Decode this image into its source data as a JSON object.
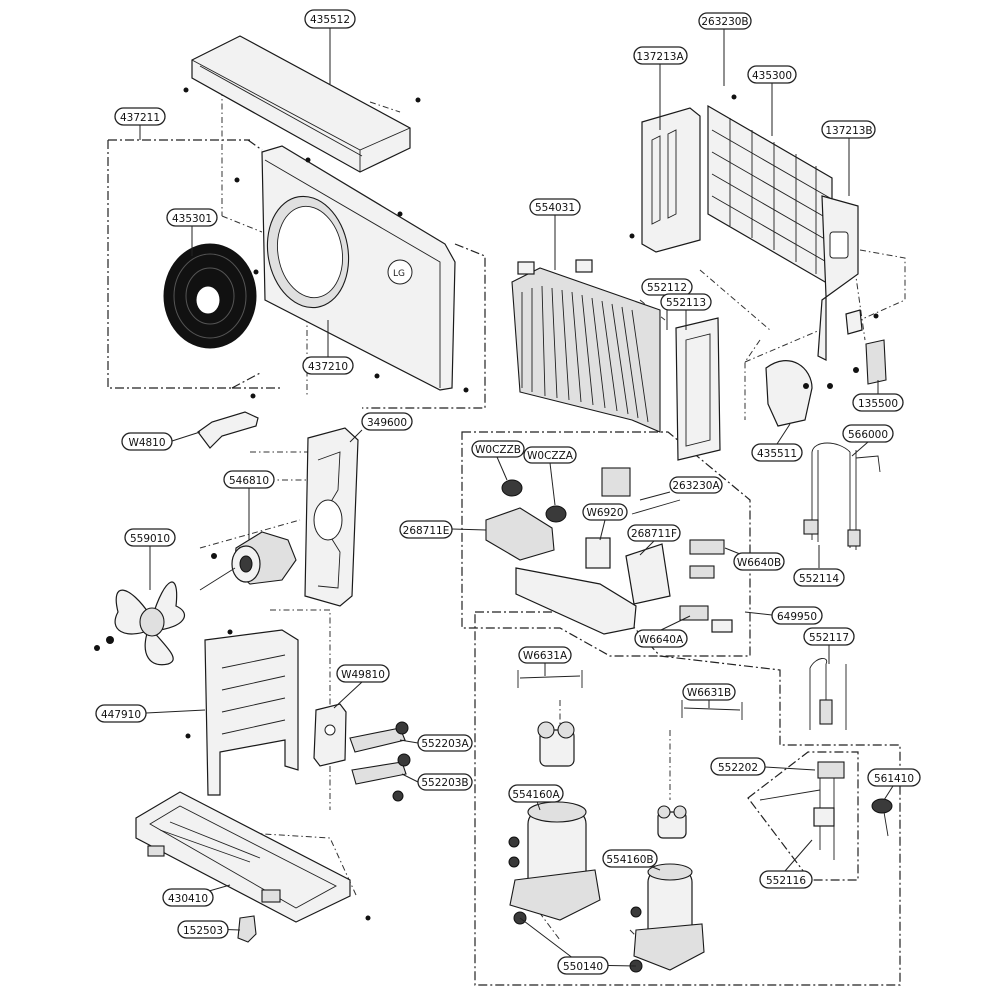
{
  "diagram": {
    "brand_logo_text": "LG",
    "part_labels": [
      {
        "id": "lbl-435512",
        "text": "435512"
      },
      {
        "id": "lbl-263230b",
        "text": "263230B"
      },
      {
        "id": "lbl-137213a",
        "text": "137213A"
      },
      {
        "id": "lbl-435300",
        "text": "435300"
      },
      {
        "id": "lbl-137213b",
        "text": "137213B"
      },
      {
        "id": "lbl-437211",
        "text": "437211"
      },
      {
        "id": "lbl-435301",
        "text": "435301"
      },
      {
        "id": "lbl-437210",
        "text": "437210"
      },
      {
        "id": "lbl-554031",
        "text": "554031"
      },
      {
        "id": "lbl-552112",
        "text": "552112"
      },
      {
        "id": "lbl-552113",
        "text": "552113"
      },
      {
        "id": "lbl-135500",
        "text": "135500"
      },
      {
        "id": "lbl-435511",
        "text": "435511"
      },
      {
        "id": "lbl-566000",
        "text": "566000"
      },
      {
        "id": "lbl-w4810",
        "text": "W4810"
      },
      {
        "id": "lbl-349600",
        "text": "349600"
      },
      {
        "id": "lbl-w0czzb",
        "text": "W0CZZB"
      },
      {
        "id": "lbl-w0czza",
        "text": "W0CZZA"
      },
      {
        "id": "lbl-263230a",
        "text": "263230A"
      },
      {
        "id": "lbl-546810",
        "text": "546810"
      },
      {
        "id": "lbl-w6920",
        "text": "W6920"
      },
      {
        "id": "lbl-268711e",
        "text": "268711E"
      },
      {
        "id": "lbl-268711f",
        "text": "268711F"
      },
      {
        "id": "lbl-w6640b",
        "text": "W6640B"
      },
      {
        "id": "lbl-559010",
        "text": "559010"
      },
      {
        "id": "lbl-552114",
        "text": "552114"
      },
      {
        "id": "lbl-649950",
        "text": "649950"
      },
      {
        "id": "lbl-w6640a",
        "text": "W6640A"
      },
      {
        "id": "lbl-552117",
        "text": "552117"
      },
      {
        "id": "lbl-w6631a",
        "text": "W6631A"
      },
      {
        "id": "lbl-w49810",
        "text": "W49810"
      },
      {
        "id": "lbl-w6631b",
        "text": "W6631B"
      },
      {
        "id": "lbl-447910",
        "text": "447910"
      },
      {
        "id": "lbl-552203a",
        "text": "552203A"
      },
      {
        "id": "lbl-552202",
        "text": "552202"
      },
      {
        "id": "lbl-561410",
        "text": "561410"
      },
      {
        "id": "lbl-552203b",
        "text": "552203B"
      },
      {
        "id": "lbl-554160a",
        "text": "554160A"
      },
      {
        "id": "lbl-554160b",
        "text": "554160B"
      },
      {
        "id": "lbl-552116",
        "text": "552116"
      },
      {
        "id": "lbl-430410",
        "text": "430410"
      },
      {
        "id": "lbl-152503",
        "text": "152503"
      },
      {
        "id": "lbl-550140",
        "text": "550140"
      }
    ]
  }
}
